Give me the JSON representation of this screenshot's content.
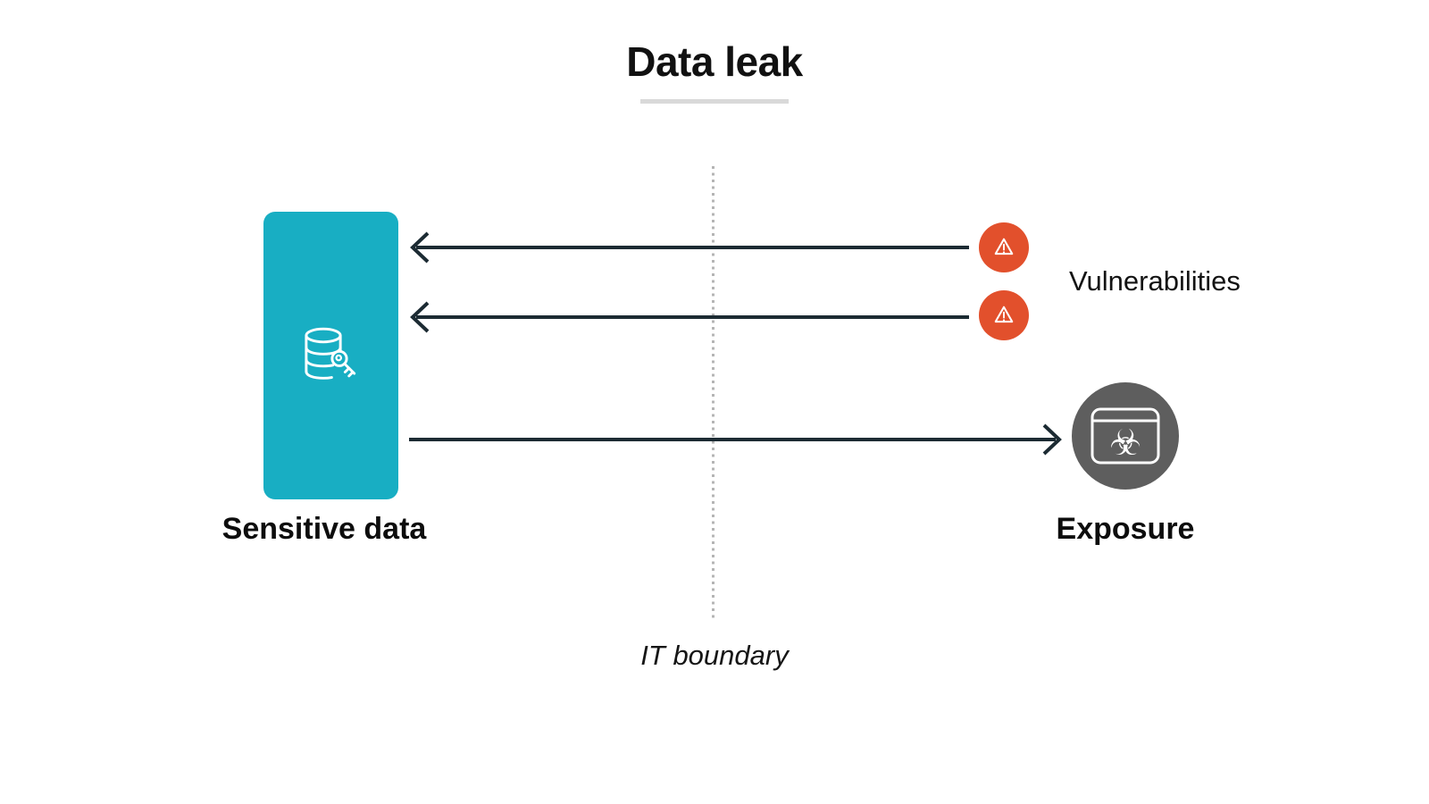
{
  "diagram": {
    "title": "Data leak",
    "nodes": {
      "sensitive_data": {
        "label": "Sensitive data",
        "icon": "database-key-icon"
      },
      "exposure": {
        "label": "Exposure",
        "icon": "biohazard-browser-icon"
      }
    },
    "threats": {
      "label": "Vulnerabilities",
      "icon": "warning-triangle-icon",
      "badge_count": 2
    },
    "boundary": {
      "label": "IT boundary"
    },
    "glyphs": {
      "biohazard": "☣"
    }
  },
  "colors": {
    "teal": "#18aec3",
    "orange": "#e2502c",
    "gray": "#5e5e5e",
    "arrow": "#1c2b33",
    "dotted_line": "#b5b5b5",
    "underline": "#d9d9d9",
    "text": "#111111",
    "background": "#ffffff",
    "icon_stroke": "#ffffff"
  }
}
